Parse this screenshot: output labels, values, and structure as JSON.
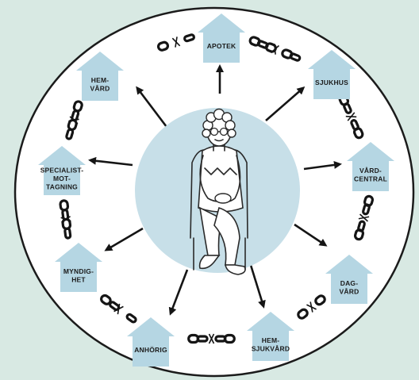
{
  "diagram": {
    "nodes": [
      {
        "id": "apotek",
        "lines": [
          "APOTEK"
        ]
      },
      {
        "id": "sjukhus",
        "lines": [
          "SJUKHUS"
        ]
      },
      {
        "id": "vardcentral",
        "lines": [
          "VÅRD-",
          "CENTRAL"
        ]
      },
      {
        "id": "dagvard",
        "lines": [
          "DAG-",
          "VÅRD"
        ]
      },
      {
        "id": "hemsjukvard",
        "lines": [
          "HEM-",
          "SJUKVÅRD"
        ]
      },
      {
        "id": "anhorig",
        "lines": [
          "ANHÖRIG"
        ]
      },
      {
        "id": "myndighet",
        "lines": [
          "MYNDIG-",
          "HET"
        ]
      },
      {
        "id": "specialistmottagning",
        "lines": [
          "SPECIALIST-",
          "MOT-",
          "TAGNING"
        ]
      },
      {
        "id": "hemvard",
        "lines": [
          "HEM-",
          "VÅRD"
        ]
      }
    ],
    "center": {
      "subject": "elderly-woman-seated"
    },
    "connections": "broken-chain-links-between-neighbouring-nodes",
    "colors": {
      "background": "#d8e9e3",
      "outer_circle": "#ffffff",
      "center_circle": "#c7dfe8",
      "house": "#b5d6e3",
      "ink": "#151515"
    }
  }
}
